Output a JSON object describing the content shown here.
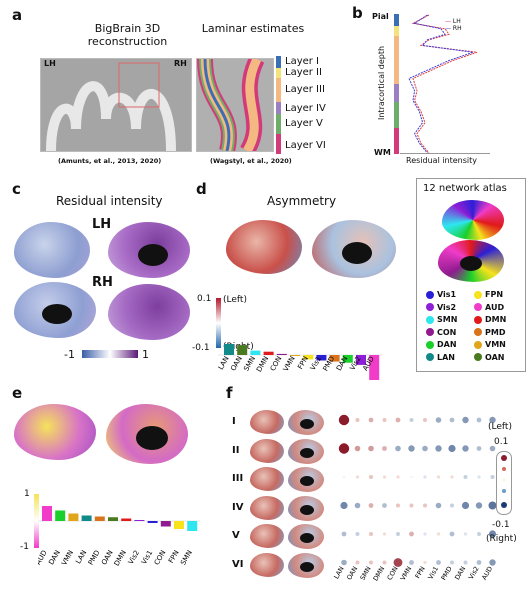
{
  "panels": {
    "a": {
      "letter": "a",
      "left_title": "BigBrain 3D reconstruction",
      "right_title": "Laminar estimates",
      "lh": "LH",
      "rh": "RH",
      "left_cite": "(Amunts, et al., 2013, 2020)",
      "right_cite": "(Wagstyl, et al., 2020)",
      "layers": [
        {
          "label": "Layer I",
          "color": "#3a6fb5"
        },
        {
          "label": "Layer II",
          "color": "#f2e37a"
        },
        {
          "label": "Layer III",
          "color": "#f4b983"
        },
        {
          "label": "Layer IV",
          "color": "#9b7fc3"
        },
        {
          "label": "Layer V",
          "color": "#6fae6a"
        },
        {
          "label": "Layer VI",
          "color": "#d33a7a"
        }
      ]
    },
    "b": {
      "letter": "b",
      "top_label": "Pial",
      "bottom_label": "WM",
      "ylabel": "Intracortical depth",
      "xlabel": "Residual intensity",
      "legend": [
        {
          "name": "LH",
          "color": "#e23b3b"
        },
        {
          "name": "RH",
          "color": "#3b3bd9"
        }
      ]
    },
    "c": {
      "letter": "c",
      "title": "Residual intensity",
      "lh": "LH",
      "rh": "RH",
      "cbar_min": "-1",
      "cbar_max": "1"
    },
    "d": {
      "letter": "d",
      "title": "Asymmetry",
      "y_top": "0.1",
      "y_bottom": "-0.1",
      "left_label": "(Left)",
      "right_label": "(Right)"
    },
    "atlas": {
      "title": "12 network atlas",
      "networks": [
        {
          "name": "Vis1",
          "color": "#2b1fd6"
        },
        {
          "name": "FPN",
          "color": "#f7e21c"
        },
        {
          "name": "Vis2",
          "color": "#8e1fd6"
        },
        {
          "name": "AUD",
          "color": "#f03cc8"
        },
        {
          "name": "SMN",
          "color": "#2ee6f0"
        },
        {
          "name": "DMN",
          "color": "#e01a1a"
        },
        {
          "name": "CON",
          "color": "#8f1b8f"
        },
        {
          "name": "PMD",
          "color": "#d9731c"
        },
        {
          "name": "DAN",
          "color": "#19cf2b"
        },
        {
          "name": "VMN",
          "color": "#e0a51a"
        },
        {
          "name": "LAN",
          "color": "#138a8a"
        },
        {
          "name": "OAN",
          "color": "#4a7a1f"
        }
      ]
    },
    "e": {
      "letter": "e",
      "y_top": "1",
      "y_bottom": "-1"
    },
    "f": {
      "letter": "f",
      "rows": [
        "I",
        "II",
        "III",
        "IV",
        "V",
        "VI"
      ],
      "scale_top": "0.1",
      "scale_bottom": "-0.1",
      "left_label": "(Left)",
      "right_label": "(Right)"
    }
  },
  "chart_data": [
    {
      "type": "bar",
      "id": "asymmetry",
      "categories": [
        "LAN",
        "OAN",
        "SMN",
        "DMN",
        "CON",
        "VMN",
        "FPN",
        "Vis1",
        "PMD",
        "DAN",
        "Vis2",
        "AUD"
      ],
      "values": [
        0.02,
        0.018,
        0.008,
        0.006,
        0.002,
        0.0,
        -0.008,
        -0.01,
        -0.012,
        -0.014,
        -0.018,
        -0.055
      ],
      "colors": [
        "#138a8a",
        "#4a7a1f",
        "#2ee6f0",
        "#e01a1a",
        "#8f1b8f",
        "#e0a51a",
        "#f7e21c",
        "#2b1fd6",
        "#d9731c",
        "#19cf2b",
        "#8e1fd6",
        "#f03cc8"
      ],
      "ylim": [
        -0.1,
        0.1
      ]
    },
    {
      "type": "bar",
      "id": "residual_intensity",
      "categories": [
        "AUD",
        "DAN",
        "VMN",
        "LAN",
        "PMD",
        "OAN",
        "DMN",
        "Vis2",
        "Vis1",
        "CON",
        "FPN",
        "SMN"
      ],
      "values": [
        0.6,
        0.42,
        0.3,
        0.22,
        0.18,
        0.15,
        0.1,
        0.04,
        -0.08,
        -0.22,
        -0.32,
        -0.4
      ],
      "colors": [
        "#f03cc8",
        "#19cf2b",
        "#e0a51a",
        "#138a8a",
        "#d9731c",
        "#4a7a1f",
        "#e01a1a",
        "#8e1fd6",
        "#2b1fd6",
        "#8f1b8f",
        "#f7e21c",
        "#2ee6f0"
      ],
      "ylim": [
        -1,
        1
      ]
    },
    {
      "type": "heatmap",
      "id": "layer_asymmetry",
      "rows": [
        "I",
        "II",
        "III",
        "IV",
        "V",
        "VI"
      ],
      "columns": [
        "LAN",
        "OAN",
        "SMN",
        "DMN",
        "CON",
        "VMN",
        "FPN",
        "Vis1",
        "PMD",
        "DAN",
        "Vis2",
        "AUD"
      ],
      "values": [
        [
          0.1,
          0.02,
          0.03,
          0.02,
          0.03,
          -0.02,
          0.02,
          -0.04,
          -0.03,
          -0.05,
          -0.03,
          -0.05
        ],
        [
          0.1,
          0.04,
          0.04,
          0.03,
          -0.04,
          -0.05,
          -0.04,
          -0.05,
          -0.06,
          -0.05,
          -0.03,
          -0.04
        ],
        [
          0.0,
          0.01,
          0.02,
          0.01,
          0.01,
          0.0,
          -0.01,
          0.01,
          0.01,
          -0.02,
          -0.01,
          -0.02
        ],
        [
          -0.06,
          -0.04,
          0.03,
          -0.03,
          0.02,
          0.02,
          0.02,
          -0.04,
          -0.02,
          -0.06,
          -0.05,
          -0.07
        ],
        [
          -0.03,
          -0.02,
          0.02,
          0.01,
          -0.02,
          0.03,
          -0.01,
          0.01,
          -0.03,
          -0.01,
          -0.02,
          -0.06
        ],
        [
          -0.04,
          0.02,
          0.02,
          0.02,
          0.08,
          -0.03,
          0.01,
          -0.03,
          -0.02,
          -0.02,
          -0.03,
          -0.05
        ]
      ]
    },
    {
      "type": "line",
      "id": "laminar_profile",
      "xlabel": "Residual intensity",
      "ylabel": "Intracortical depth",
      "series": [
        {
          "name": "LH",
          "x": [
            0.3,
            0.1,
            0.5,
            0.55,
            0.3,
            0.2,
            0.9,
            0.6,
            0.1,
            0.15,
            0.12,
            0.2,
            0.25,
            0.15,
            0.2,
            0.3
          ],
          "y": [
            0,
            0.06,
            0.1,
            0.14,
            0.18,
            0.22,
            0.27,
            0.33,
            0.46,
            0.55,
            0.62,
            0.7,
            0.78,
            0.86,
            0.93,
            1
          ]
        },
        {
          "name": "RH",
          "x": [
            0.28,
            0.12,
            0.45,
            0.5,
            0.28,
            0.22,
            0.85,
            0.55,
            0.05,
            0.12,
            0.1,
            0.18,
            0.22,
            0.12,
            0.18,
            0.28
          ],
          "y": [
            0,
            0.06,
            0.1,
            0.14,
            0.18,
            0.22,
            0.27,
            0.33,
            0.46,
            0.55,
            0.62,
            0.7,
            0.78,
            0.86,
            0.93,
            1
          ]
        }
      ]
    }
  ]
}
